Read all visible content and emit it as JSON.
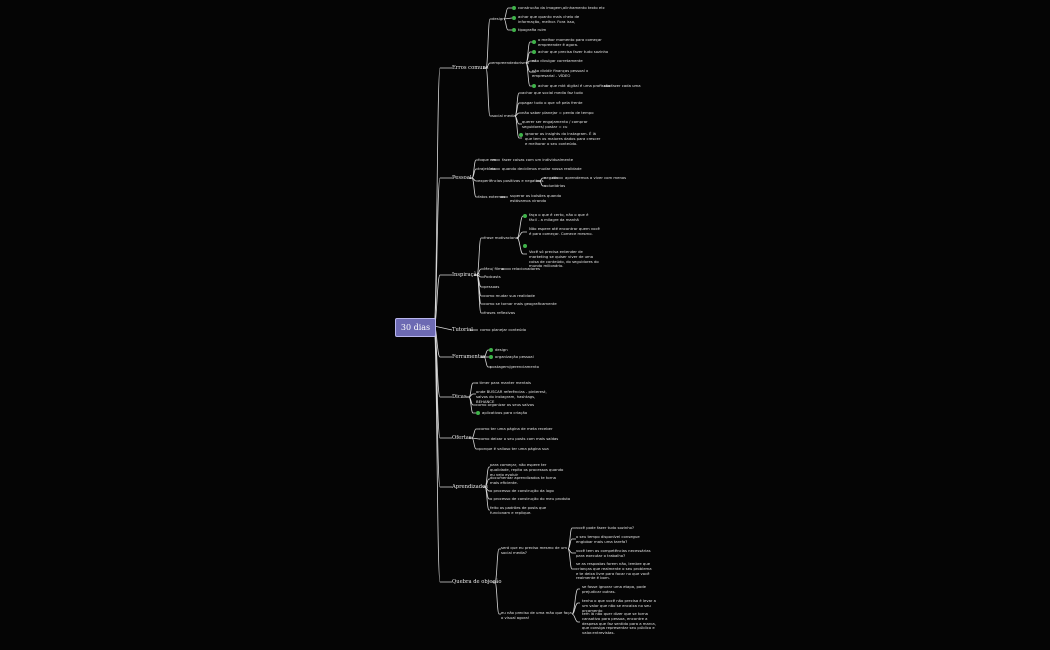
{
  "root": "30 dias",
  "colors": {
    "background": "#050505",
    "root": "#6d6ab3",
    "line": "#d8d8d8",
    "check": "#3fb34a"
  },
  "icons": {
    "check": "green-check-circle-icon"
  },
  "branches": {
    "erros": {
      "label": "Erros comuns",
      "design": {
        "label": "design",
        "items": [
          "construcão da imagem,alinhamento texto etc",
          "achar que quanto mais cheio de informação, melhor. Fora isso,",
          "tipografia ruim"
        ]
      },
      "empreendedorismo": {
        "label": "empreendedorismo",
        "items": [
          "o melhor momento para começar empreender é agora.",
          "achar que precisa fazer tudo sozinho",
          "não divulgar corretamente",
          "não dividir finanças pessoal x empresarial - VÍDEO",
          "achar que mkt digital é uma profissão"
        ],
        "item_extra": "fazer cada uma"
      },
      "social": {
        "label": "social media",
        "items": [
          "achar que social media faz tudo",
          "pagar tudo o que vê pela frente",
          "não saber planejar = perda de tempo",
          "querer ser engajamento / comprar seguidores/ postar = cu",
          "ignorar os insights do Instagram. É lá que tem os maiores dados para crescer e melhorar o seu conteúdo."
        ]
      }
    },
    "pessoal": {
      "label": "Pessoal",
      "items": [
        {
          "label": "foque em",
          "child": "fazer coisas com um individualmente"
        },
        {
          "label": "trajetória",
          "child": "quando decidimos mudar nossa realidade"
        },
        {
          "label": "experiências positivas e negativas",
          "child": "negativ",
          "grandchild": "aprendemos a viver com menos",
          "child2": "voluntárias"
        },
        {
          "label": "fatos externos",
          "child": "superar os bolsões quando estávamos virando"
        }
      ]
    },
    "inspiracao": {
      "label": "Inspiração",
      "frases": {
        "label": "frase motivacional",
        "items": [
          "faça o que é certo, não o que é fácil - a milagre da manhã",
          "Não espere até encontrar quem você é para começar. Comece mesmo.",
          "Você só precisa entender de marketing se quiser viver de uma coisa de conteúdo, do seguidores do mundo milionário."
        ]
      },
      "items": [
        "Meu/ filme",
        "Podcasts",
        "pessoas",
        "como mudar sua realidade",
        "como se tornar mais geograficamente",
        "frases reflexivas"
      ],
      "meu_extra": "relacionadores"
    },
    "tutorial": {
      "label": "Tutorial",
      "child": "como planejar conteúdo"
    },
    "ferramentas": {
      "label": "Ferramentas",
      "items": [
        "design",
        "organização pessoal",
        "postagem/gerenciamento"
      ]
    },
    "dicas": {
      "label": "Dicas",
      "items": [
        "o timer para manter mentais",
        "onde BUSCAR referências - pinterest, salvos do instagram, hashtags, BEHANCE",
        "como organizar os seus salvos",
        "aplicativos para criação"
      ]
    },
    "ofertas": {
      "label": "Ofertas",
      "items": [
        "como ter uma página de meta receber",
        "como deixar o seu posts com mais saídas",
        "porque é valioso ter uma página sua"
      ]
    },
    "aprendizados": {
      "label": "Aprendizados",
      "items": [
        "para começar, não espere ter qualidade, repita os processos quando eu vejo evoluir",
        "documentar aprendizados te torna mais eficiente.",
        "o processo de construção da logo",
        "o processo de construção do meu produto",
        "feito os padrões de posts que funcionam e replique."
      ]
    },
    "quebra": {
      "label": "Quebra de objeção",
      "q1": {
        "label": "será que eu preciso mesmo de um social media?",
        "items": [
          "você pode fazer tudo sozinho?",
          "o seu tempo disponível consegue englobar mais uma tarefa?",
          "você tem as competências necessárias para executar o trabalho?",
          "se as respostas forem não, lembre que crianças que realmente o seu problema e te deixa livre para focar no que você realmente é bom."
        ]
      },
      "q2": {
        "label": "eu não preciso de uma mão que faça o visual agora!",
        "items": [
          "se fosse ignorar uma etapa, pode prejudicar outras.",
          "tenho o que você não precisa é levar a um valor que não se encaixa no seu orçamento",
          "tem lá não quer dizer que se torna cansativo para pessoa, encontre a despesa que faz sentido para a marca, que consiga representar seu público e valor.entrevistas."
        ]
      }
    }
  }
}
